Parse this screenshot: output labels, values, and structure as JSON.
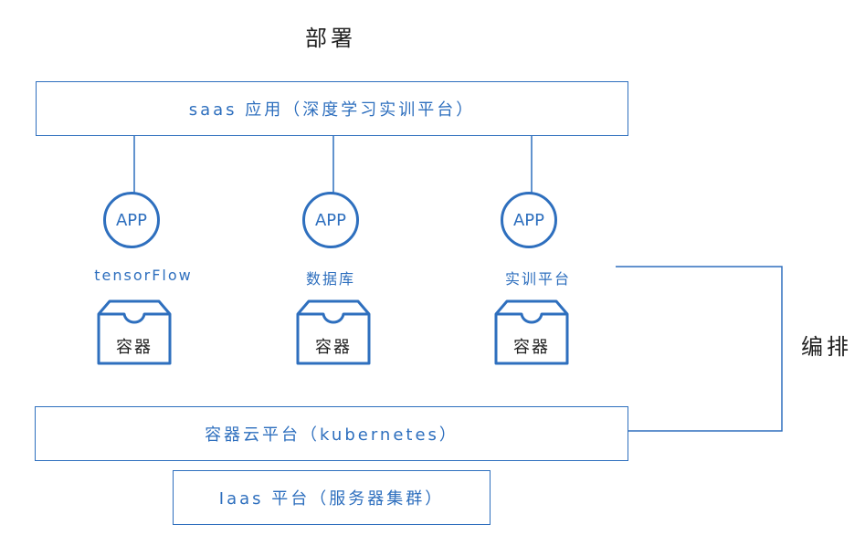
{
  "title": "部署",
  "side_label": "编排",
  "saas_box": "saas 应用（深度学习实训平台）",
  "k8s_box": "容器云平台（kubernetes）",
  "iaas_box": "Iaas 平台（服务器集群）",
  "apps": [
    {
      "icon_text": "APP",
      "label": "tensorFlow",
      "container": "容器"
    },
    {
      "icon_text": "APP",
      "label": "数据库",
      "container": "容器"
    },
    {
      "icon_text": "APP",
      "label": "实训平台",
      "container": "容器"
    }
  ],
  "colors": {
    "accent": "#2e6fbe",
    "text": "#1f1f1f",
    "background": "#ffffff"
  }
}
